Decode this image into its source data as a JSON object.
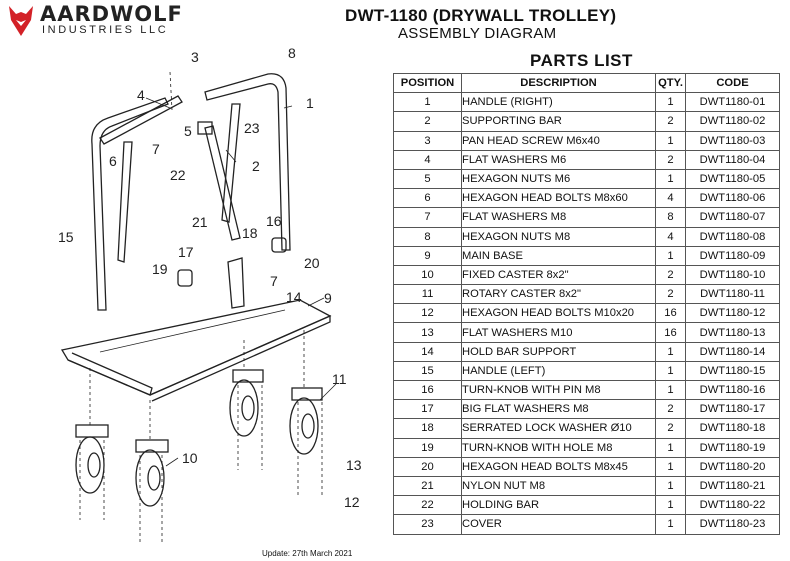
{
  "brand": {
    "name": "AARDWOLF",
    "tagline": "INDUSTRIES LLC"
  },
  "document": {
    "title": "DWT-1180 (DRYWALL TROLLEY)",
    "subtitle": "ASSEMBLY DIAGRAM",
    "update_note": "Update: 27th March 2021"
  },
  "diagram": {
    "callouts": [
      "1",
      "2",
      "3",
      "4",
      "5",
      "6",
      "7",
      "7",
      "8",
      "9",
      "10",
      "11",
      "12",
      "13",
      "14",
      "15",
      "16",
      "17",
      "18",
      "19",
      "20",
      "21",
      "22",
      "23"
    ]
  },
  "parts_list": {
    "title": "PARTS LIST",
    "headers": [
      "POSITION",
      "DESCRIPTION",
      "QTY.",
      "CODE"
    ],
    "rows": [
      {
        "position": "1",
        "description": "HANDLE (RIGHT)",
        "qty": "1",
        "code": "DWT1180-01"
      },
      {
        "position": "2",
        "description": "SUPPORTING BAR",
        "qty": "2",
        "code": "DWT1180-02"
      },
      {
        "position": "3",
        "description": "PAN HEAD SCREW M6x40",
        "qty": "1",
        "code": "DWT1180-03"
      },
      {
        "position": "4",
        "description": "FLAT WASHERS M6",
        "qty": "2",
        "code": "DWT1180-04"
      },
      {
        "position": "5",
        "description": "HEXAGON NUTS M6",
        "qty": "1",
        "code": "DWT1180-05"
      },
      {
        "position": "6",
        "description": "HEXAGON HEAD BOLTS M8x60",
        "qty": "4",
        "code": "DWT1180-06"
      },
      {
        "position": "7",
        "description": "FLAT WASHERS M8",
        "qty": "8",
        "code": "DWT1180-07"
      },
      {
        "position": "8",
        "description": "HEXAGON NUTS M8",
        "qty": "4",
        "code": "DWT1180-08"
      },
      {
        "position": "9",
        "description": "MAIN BASE",
        "qty": "1",
        "code": "DWT1180-09"
      },
      {
        "position": "10",
        "description": "FIXED CASTER 8x2\"",
        "qty": "2",
        "code": "DWT1180-10"
      },
      {
        "position": "11",
        "description": "ROTARY CASTER 8x2\"",
        "qty": "2",
        "code": "DWT1180-11"
      },
      {
        "position": "12",
        "description": "HEXAGON HEAD BOLTS M10x20",
        "qty": "16",
        "code": "DWT1180-12"
      },
      {
        "position": "13",
        "description": "FLAT WASHERS M10",
        "qty": "16",
        "code": "DWT1180-13"
      },
      {
        "position": "14",
        "description": "HOLD BAR SUPPORT",
        "qty": "1",
        "code": "DWT1180-14"
      },
      {
        "position": "15",
        "description": "HANDLE (LEFT)",
        "qty": "1",
        "code": "DWT1180-15"
      },
      {
        "position": "16",
        "description": "TURN-KNOB WITH PIN M8",
        "qty": "1",
        "code": "DWT1180-16"
      },
      {
        "position": "17",
        "description": "BIG FLAT WASHERS M8",
        "qty": "2",
        "code": "DWT1180-17"
      },
      {
        "position": "18",
        "description": "SERRATED LOCK WASHER Ø10",
        "qty": "2",
        "code": "DWT1180-18"
      },
      {
        "position": "19",
        "description": "TURN-KNOB WITH HOLE M8",
        "qty": "1",
        "code": "DWT1180-19"
      },
      {
        "position": "20",
        "description": "HEXAGON HEAD BOLTS M8x45",
        "qty": "1",
        "code": "DWT1180-20"
      },
      {
        "position": "21",
        "description": "NYLON NUT M8",
        "qty": "1",
        "code": "DWT1180-21"
      },
      {
        "position": "22",
        "description": "HOLDING BAR",
        "qty": "1",
        "code": "DWT1180-22"
      },
      {
        "position": "23",
        "description": "COVER",
        "qty": "1",
        "code": "DWT1180-23"
      }
    ]
  },
  "colors": {
    "logo_red": "#d32127",
    "line": "#222222"
  }
}
